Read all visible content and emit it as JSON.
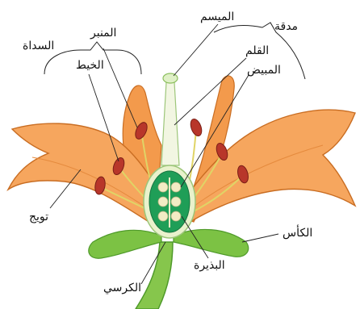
{
  "labels": {
    "stamen": "السداة",
    "anther": "المنبر",
    "filament": "الخيط",
    "stigma": "الميسم",
    "pistil": "مدقة",
    "style": "القلم",
    "ovary": "المبيض",
    "corolla": "تويج",
    "calyx": "الكأس",
    "ovule": "البذيرة",
    "receptacle": "الكرسي"
  },
  "colors": {
    "petal": "#f4a55c",
    "petal_dark": "#d9782d",
    "anther": "#b6372b",
    "filament": "#e3d36a",
    "sepal": "#7cc244",
    "sepal_dark": "#4f9a2a",
    "ovary_fill": "#1f9e57",
    "ovary_rim": "#e9f2cc",
    "ovule": "#f2ecc4",
    "pistil": "#f2f6e2"
  }
}
